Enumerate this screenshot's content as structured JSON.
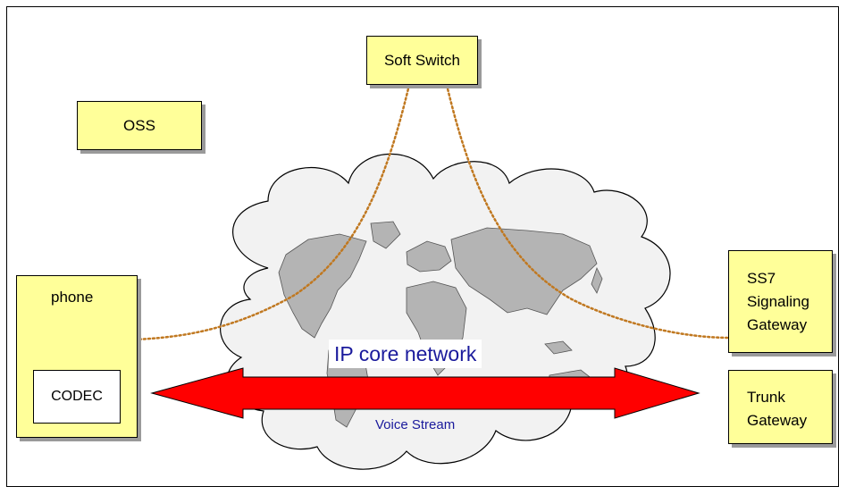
{
  "nodes": {
    "soft_switch": "Soft Switch",
    "oss": "OSS",
    "phone": "phone",
    "codec": "CODEC",
    "ss7_line1": "SS7",
    "ss7_line2": "Signaling",
    "ss7_line3": "Gateway",
    "trunk_line1": "Trunk",
    "trunk_line2": "Gateway"
  },
  "network_label": "IP core network",
  "stream_label": "Voice Stream",
  "colors": {
    "box_fill": "#ffff99",
    "arrow": "#ff0000",
    "signal_line": "#c07820",
    "label_text": "#1a1a9c",
    "cloud_fill": "#f2f2f2",
    "land": "#b4b4b4"
  }
}
